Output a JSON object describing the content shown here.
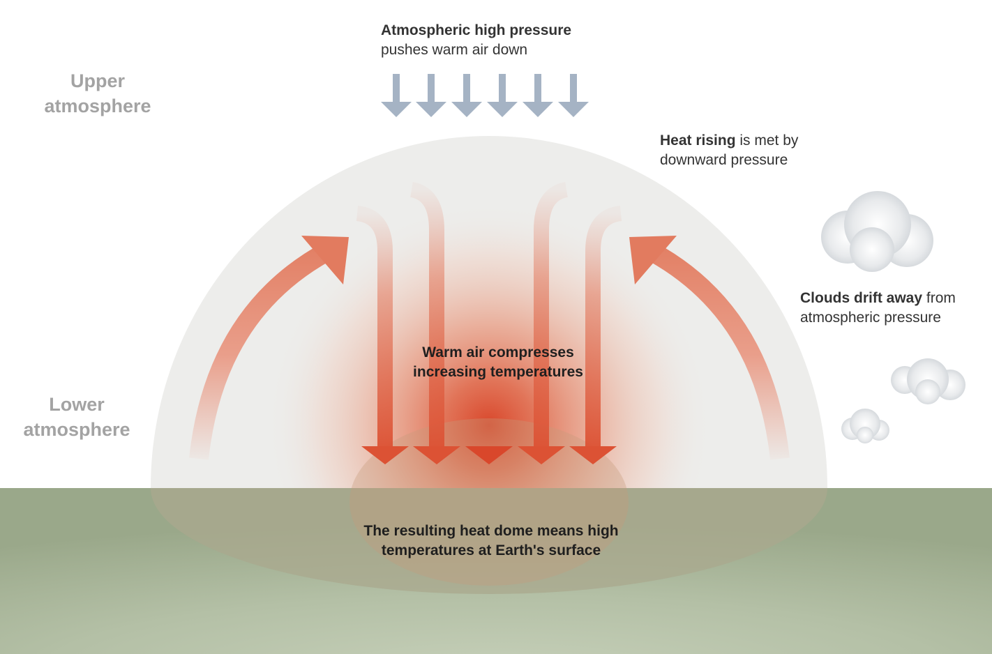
{
  "labels": {
    "upper_atmosphere": [
      "Upper",
      "atmosphere"
    ],
    "lower_atmosphere": [
      "Lower",
      "atmosphere"
    ]
  },
  "callouts": {
    "high_pressure": {
      "bold": "Atmospheric high pressure",
      "rest": "pushes warm air down"
    },
    "heat_rising": {
      "bold": "Heat rising",
      "rest_line1": " is met by",
      "rest_line2": "downward pressure"
    },
    "clouds": {
      "bold": "Clouds drift away",
      "rest_line1": " from",
      "rest_line2": "atmospheric pressure"
    }
  },
  "center_text": [
    "Warm air compresses",
    "increasing temperatures"
  ],
  "ground_text": [
    "The resulting heat dome means high",
    "temperatures at Earth's surface"
  ],
  "colors": {
    "dome": "#ededeb",
    "ground": "#9aa88a",
    "heat_core": "#d9472b",
    "pressure_arrows": "#a5b3c4",
    "upper_label": "#a3a3a3",
    "text": "#333333"
  },
  "icons": {
    "pressure_arrow": "down-arrow-icon",
    "heat_arrow": "curved-arrow-icon",
    "cloud": "cloud-icon"
  }
}
